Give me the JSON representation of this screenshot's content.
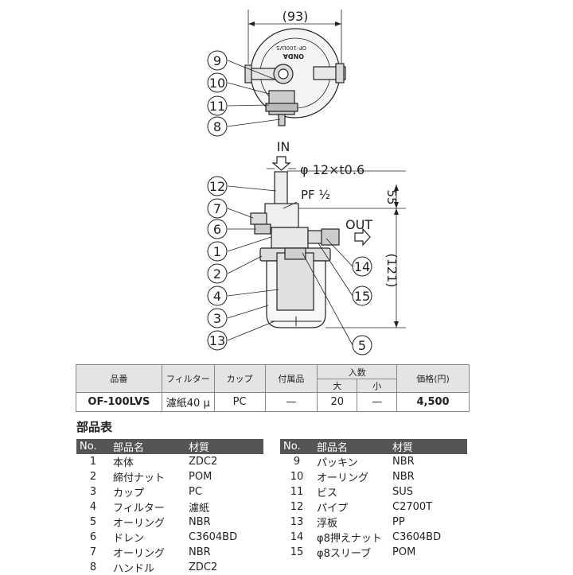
{
  "drawing": {
    "dim_top": "(93)",
    "dim_pipe": "φ 12×t0.6",
    "dim_thread": "PF ½",
    "dim_55": "55",
    "dim_121": "(121)",
    "label_in": "IN",
    "label_out": "OUT",
    "brand": "ONDA",
    "top_callouts": [
      "9",
      "10",
      "11",
      "8"
    ],
    "front_callouts_left": [
      "12",
      "7",
      "6",
      "1",
      "2",
      "4",
      "3",
      "13"
    ],
    "front_callouts_right": [
      "14",
      "15",
      "5"
    ]
  },
  "spec_table": {
    "headers": {
      "part_no": "品番",
      "filter": "フィルター",
      "cup": "カップ",
      "accessories": "付属品",
      "quantity": "入数",
      "qty_large": "大",
      "qty_small": "小",
      "price": "価格(円)"
    },
    "row": {
      "part_no": "OF-100LVS",
      "filter": "濾紙40 μ",
      "cup": "PC",
      "accessories": "—",
      "qty_large": "20",
      "qty_small": "—",
      "price": "4,500"
    }
  },
  "parts_title": "部品表",
  "parts_headers": {
    "no": "No.",
    "name": "部品名",
    "material": "材質"
  },
  "parts_left": [
    {
      "no": "1",
      "name": "本体",
      "material": "ZDC2"
    },
    {
      "no": "2",
      "name": "締付ナット",
      "material": "POM"
    },
    {
      "no": "3",
      "name": "カップ",
      "material": "PC"
    },
    {
      "no": "4",
      "name": "フィルター",
      "material": "濾紙"
    },
    {
      "no": "5",
      "name": "オーリング",
      "material": "NBR"
    },
    {
      "no": "6",
      "name": "ドレン",
      "material": "C3604BD"
    },
    {
      "no": "7",
      "name": "オーリング",
      "material": "NBR"
    },
    {
      "no": "8",
      "name": "ハンドル",
      "material": "ZDC2"
    }
  ],
  "parts_right": [
    {
      "no": "9",
      "name": "パッキン",
      "material": "NBR"
    },
    {
      "no": "10",
      "name": "オーリング",
      "material": "NBR"
    },
    {
      "no": "11",
      "name": "ビス",
      "material": "SUS"
    },
    {
      "no": "12",
      "name": "パイプ",
      "material": "C2700T"
    },
    {
      "no": "13",
      "name": "浮板",
      "material": "PP"
    },
    {
      "no": "14",
      "name": "φ8押えナット",
      "material": "C3604BD"
    },
    {
      "no": "15",
      "name": "φ8スリーブ",
      "material": "POM"
    }
  ]
}
